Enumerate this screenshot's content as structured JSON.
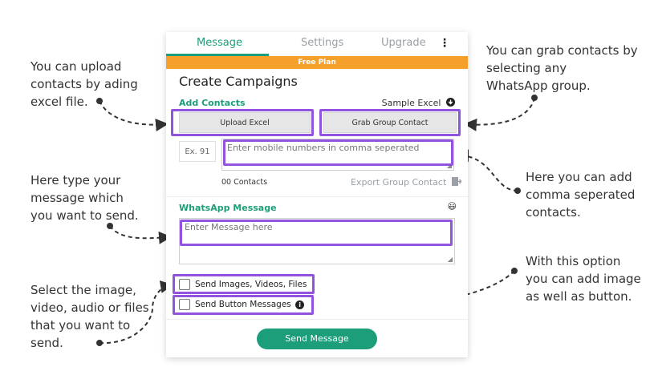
{
  "tabs": [
    {
      "label": "Message"
    },
    {
      "label": "Settings"
    },
    {
      "label": "Upgrade"
    }
  ],
  "menu_glyph": "⋮",
  "plan_banner": "Free Plan",
  "page_title": "Create Campaigns",
  "add_contacts": {
    "label": "Add Contacts",
    "sample_excel": "Sample Excel",
    "upload_button": "Upload Excel",
    "grab_button": "Grab Group Contact",
    "country_code_placeholder": "Ex. 91",
    "numbers_placeholder": "Enter mobile numbers in comma seperated",
    "contact_count": "00 Contacts",
    "export_button": "Export Group Contact"
  },
  "whatsapp_message": {
    "label": "WhatsApp Message",
    "emoji": "😃",
    "placeholder": "Enter Message here"
  },
  "options": {
    "send_media": "Send Images, Videos, Files",
    "send_buttons": "Send Button Messages",
    "info_glyph": "i"
  },
  "send_button": "Send Message",
  "annotations": {
    "upload": "You can upload\ncontacts by ading\nexcel file.",
    "grab": "You can grab contacts by\nselecting any\nWhatsApp group.",
    "message": "Here type your\nmessage which\nyou want to send.",
    "comma": "Here you can add\ncomma seperated\ncontacts.",
    "media": "Select the image,\nvideo, audio or files\nthat you want to\nsend.",
    "button": "With this option\nyou can add image\nas well as button."
  },
  "colors": {
    "accent": "#1d9e7a",
    "banner": "#f5a02a",
    "highlight": "#9254de"
  }
}
